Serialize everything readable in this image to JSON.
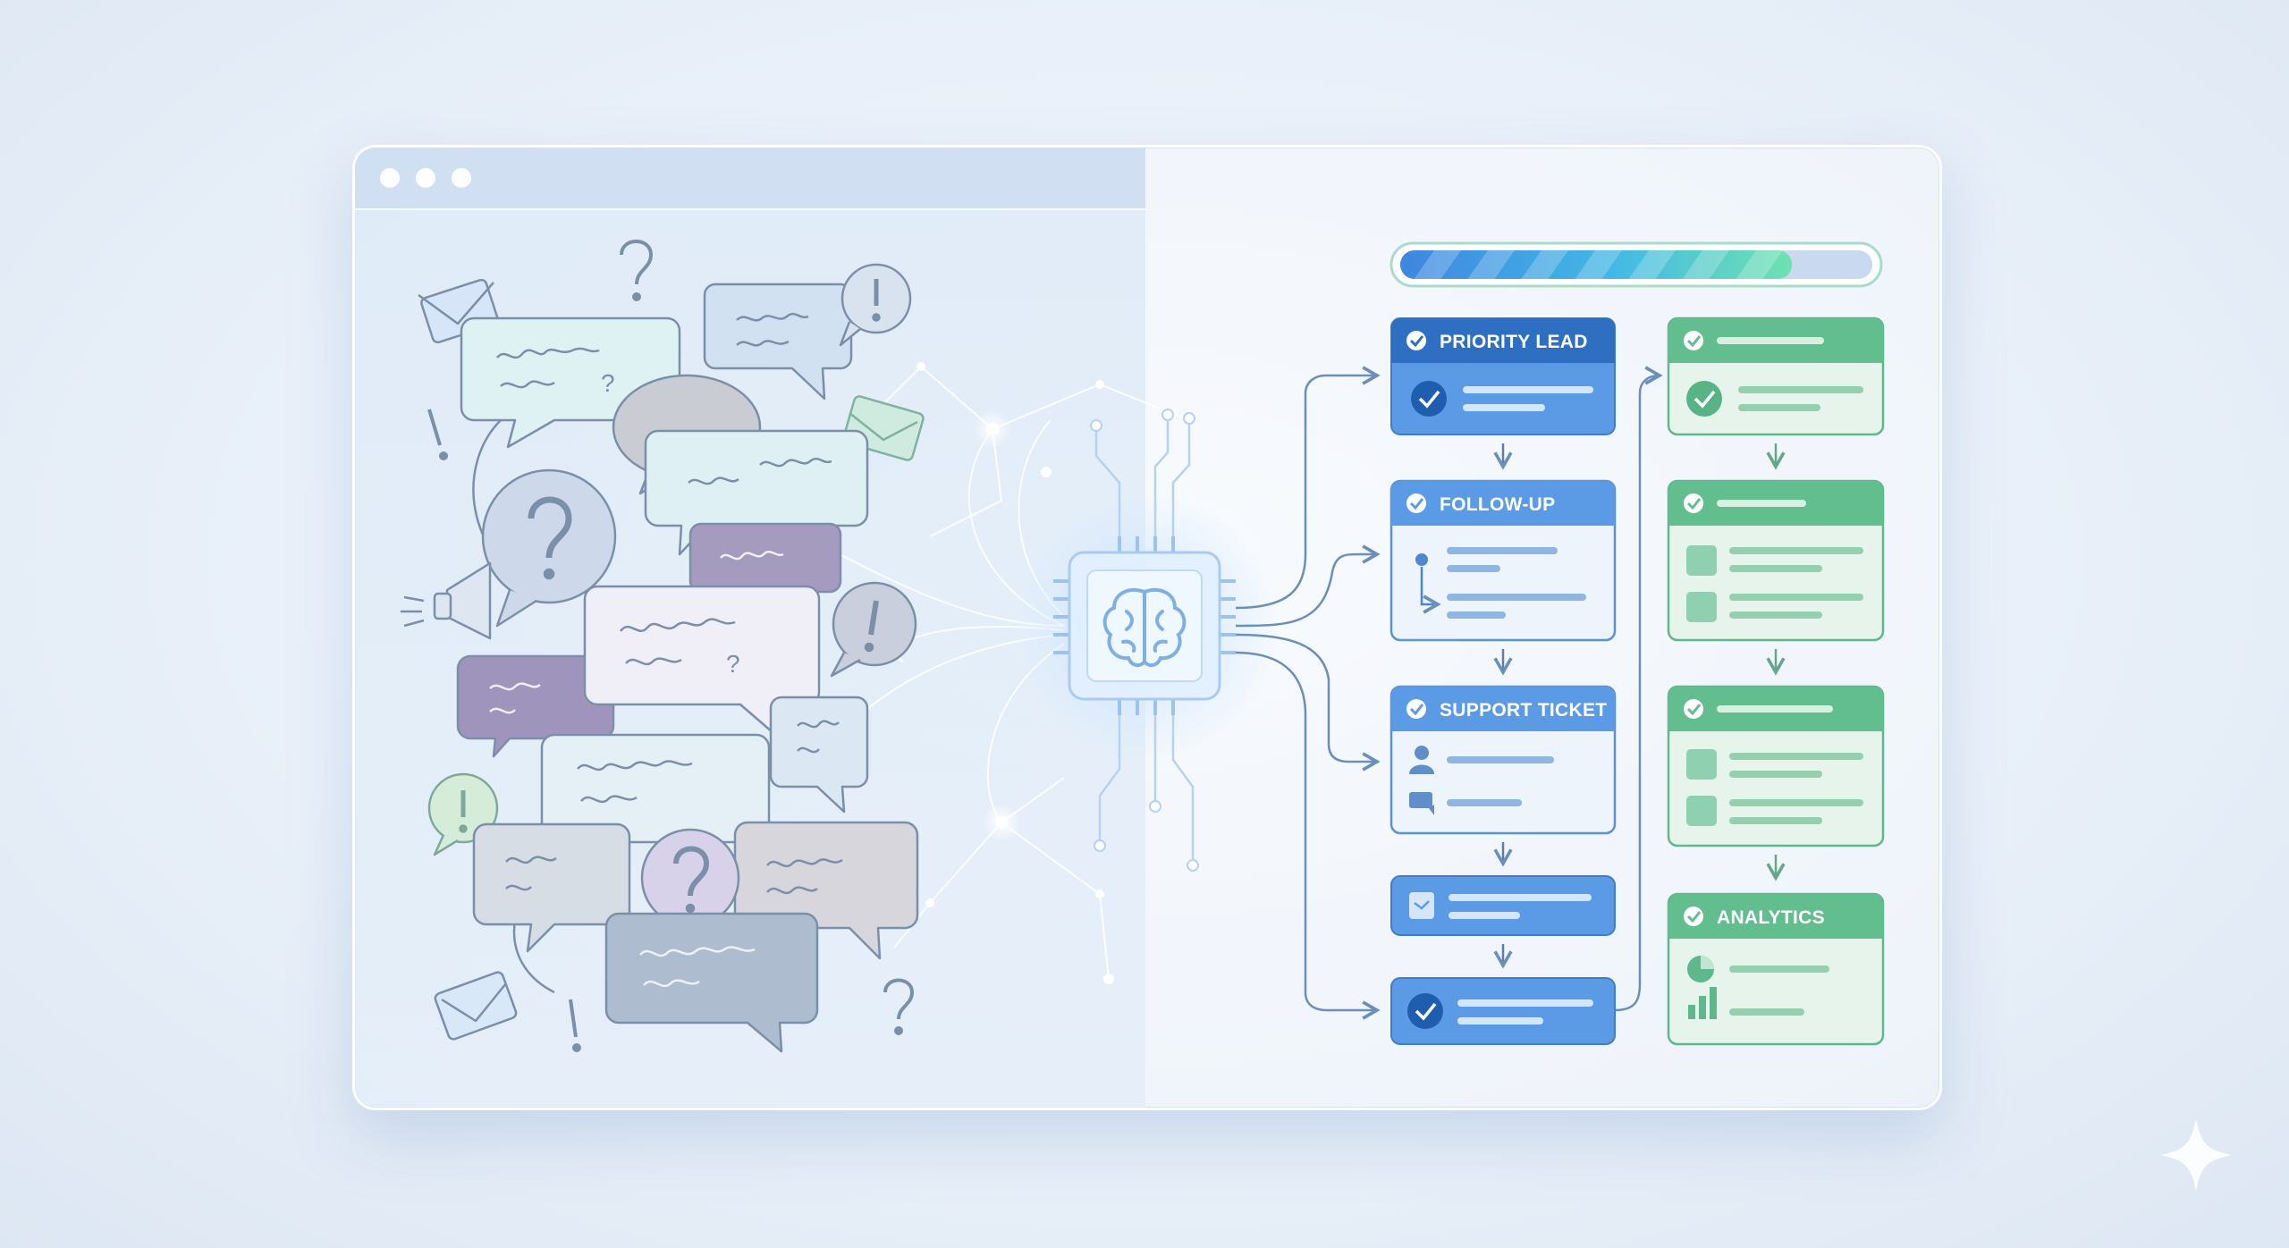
{
  "window": {
    "controls": [
      "close",
      "minimize",
      "maximize"
    ]
  },
  "progress": {
    "value": 0.83,
    "fill_color": "#5ad9b4",
    "track_color": "#c9d9ef"
  },
  "blue_column": {
    "accent": "#3d82d8",
    "steps": [
      {
        "title": "PRIORITY LEAD",
        "icon": "check-circle-icon"
      },
      {
        "title": "FOLLOW-UP",
        "icon": "branch-icon"
      },
      {
        "title": "SUPPORT TICKET",
        "icon": "user-icon"
      },
      {
        "title": "",
        "icon": "inbox-icon"
      },
      {
        "title": "",
        "icon": "check-circle-icon"
      }
    ]
  },
  "green_column": {
    "accent": "#52b98a",
    "steps": [
      {
        "title": "",
        "icon": "check-circle-icon"
      },
      {
        "title": "",
        "icon": "list-icon"
      },
      {
        "title": "",
        "icon": "list-icon"
      },
      {
        "title": "ANALYTICS",
        "icon": "pie-chart-icon"
      }
    ]
  },
  "center": {
    "icon": "brain-chip-icon"
  },
  "left_cluster": {
    "icons": [
      "envelope-icon",
      "question-mark-icon",
      "exclamation-icon",
      "speech-bubble-icon",
      "megaphone-icon"
    ]
  },
  "corner": {
    "icon": "sparkle-icon"
  }
}
